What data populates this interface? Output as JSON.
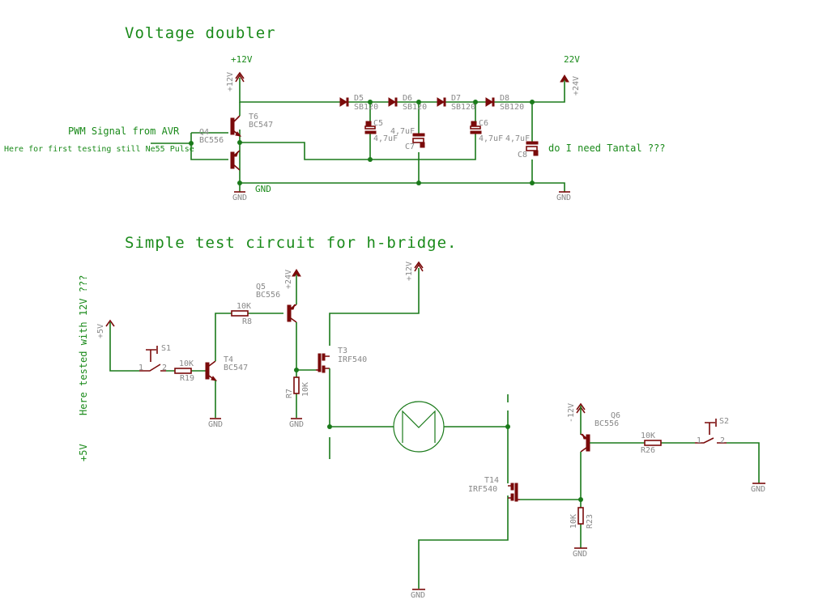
{
  "titles": {
    "voltage_doubler": "Voltage doubler",
    "hbridge": "Simple test circuit for h-bridge."
  },
  "notes": {
    "pwm": "PWM Signal from AVR",
    "ne55": "Here for first testing still Ne55 Pulse",
    "tantal": "do I need Tantal ???",
    "tested12v": "Here tested with 12V  ???",
    "plus5v": "+5V"
  },
  "nets": {
    "n12v": "+12V",
    "n22v": "22V",
    "gnd": "GND"
  },
  "supplies": {
    "p12v": "+12V",
    "p24v": "+24V",
    "p5v": "+5V",
    "m12v": "-12V",
    "gnd": "GND"
  },
  "parts": {
    "T6": {
      "name": "T6",
      "value": "BC547"
    },
    "Q4": {
      "name": "Q4",
      "value": "BC556"
    },
    "D5": {
      "name": "D5",
      "value": "SB120"
    },
    "D6": {
      "name": "D6",
      "value": "SB120"
    },
    "D7": {
      "name": "D7",
      "value": "SB120"
    },
    "D8": {
      "name": "D8",
      "value": "SB120"
    },
    "C5": {
      "name": "C5",
      "value": "4,7uF"
    },
    "C6": {
      "name": "C6",
      "value": "4,7uF"
    },
    "C7": {
      "name": "C7",
      "value": "4,7uF"
    },
    "C8": {
      "name": "C8",
      "value": "4,7uF"
    },
    "Q5": {
      "name": "Q5",
      "value": "BC556"
    },
    "R8": {
      "name": "R8",
      "value": "10K"
    },
    "S1": {
      "name": "S1",
      "pin1": "1",
      "pin2": "2"
    },
    "R19": {
      "name": "R19",
      "value": "10K"
    },
    "T4": {
      "name": "T4",
      "value": "BC547"
    },
    "T3": {
      "name": "T3",
      "value": "IRF540"
    },
    "R7": {
      "name": "R7",
      "value": "10K"
    },
    "T14": {
      "name": "T14",
      "value": "IRF540"
    },
    "Q6": {
      "name": "Q6",
      "value": "BC556"
    },
    "R23": {
      "name": "R23",
      "value": "10K"
    },
    "R26": {
      "name": "R26",
      "value": "10K"
    },
    "S2": {
      "name": "S2",
      "pin1": "1",
      "pin2": "2"
    },
    "M1": {
      "name": "motor"
    }
  },
  "colors": {
    "wire": "#1a7a1a",
    "part": "#7a0a0a",
    "text_green": "#1a8a1a",
    "label_gray": "#888888"
  }
}
